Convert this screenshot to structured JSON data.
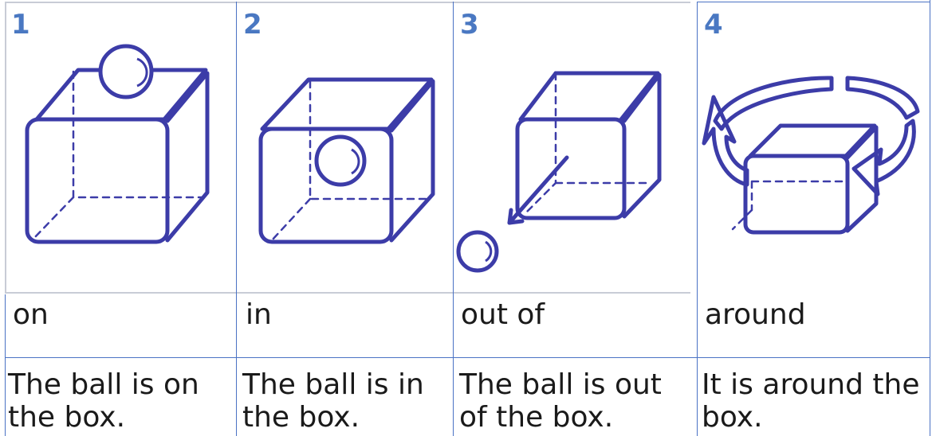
{
  "panels": [
    {
      "number": "1",
      "word": "on",
      "sentence": "The ball is on the box.",
      "icon": "ball-on-box-icon"
    },
    {
      "number": "2",
      "word": "in",
      "sentence": "The ball is in the box.",
      "icon": "ball-in-box-icon"
    },
    {
      "number": "3",
      "word": "out of",
      "sentence": "The ball is out of the box.",
      "icon": "ball-out-of-box-icon"
    },
    {
      "number": "4",
      "word": "around",
      "sentence": "It is around the box.",
      "icon": "arrow-around-box-icon"
    }
  ],
  "colors": {
    "drawing": "#3c3ca8",
    "number": "#4a78c2",
    "rule": "#4a72c4",
    "text": "#1a1a1a"
  }
}
